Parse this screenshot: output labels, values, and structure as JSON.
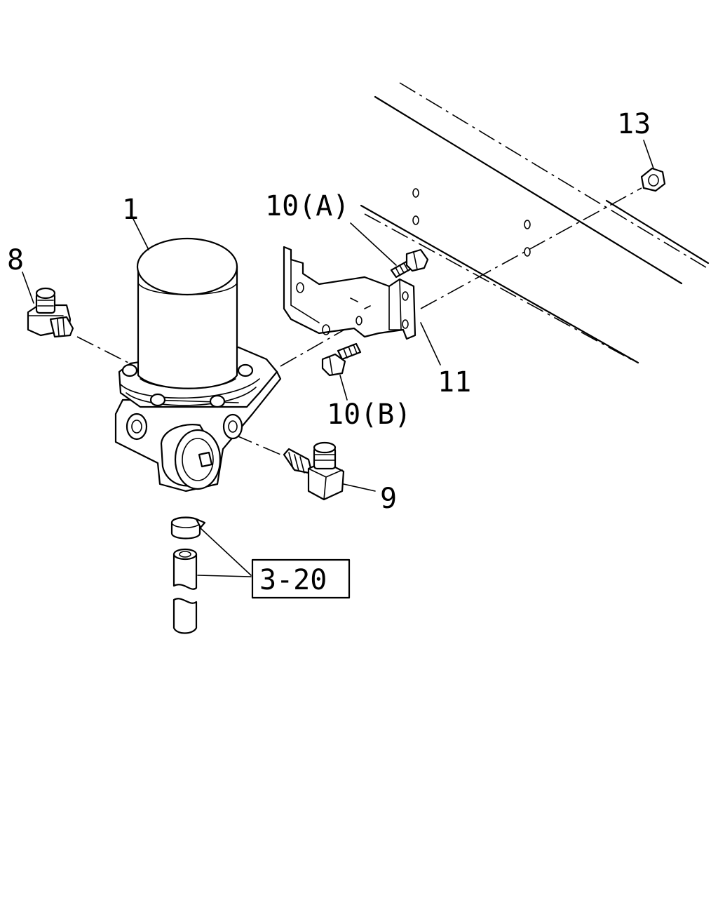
{
  "callouts": {
    "c1": "1",
    "c8": "8",
    "c9": "9",
    "c10a": "10(A)",
    "c10b": "10(B)",
    "c11": "11",
    "c13": "13",
    "ref": "3-20"
  },
  "colors": {
    "line": "#000000",
    "background": "#ffffff"
  }
}
